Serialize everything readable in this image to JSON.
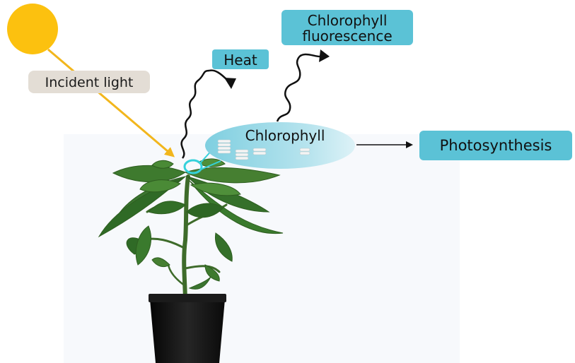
{
  "labels": {
    "incident_light": "Incident light",
    "heat": "Heat",
    "chlorophyll_fluorescence_line1": "Chlorophyll",
    "chlorophyll_fluorescence_line2": "fluorescence",
    "chlorophyll": "Chlorophyll",
    "photosynthesis": "Photosynthesis"
  },
  "colors": {
    "sun": "#FCC10F",
    "light_ray": "#F2B61C",
    "label_teal": "#5BC2D6",
    "label_beige": "#E3DDD5",
    "chlorophyll_ellipse": "#A6DCE8",
    "highlight_circle": "#35D1DB",
    "leaf": "#3E7A2E",
    "pot": "#121212"
  }
}
